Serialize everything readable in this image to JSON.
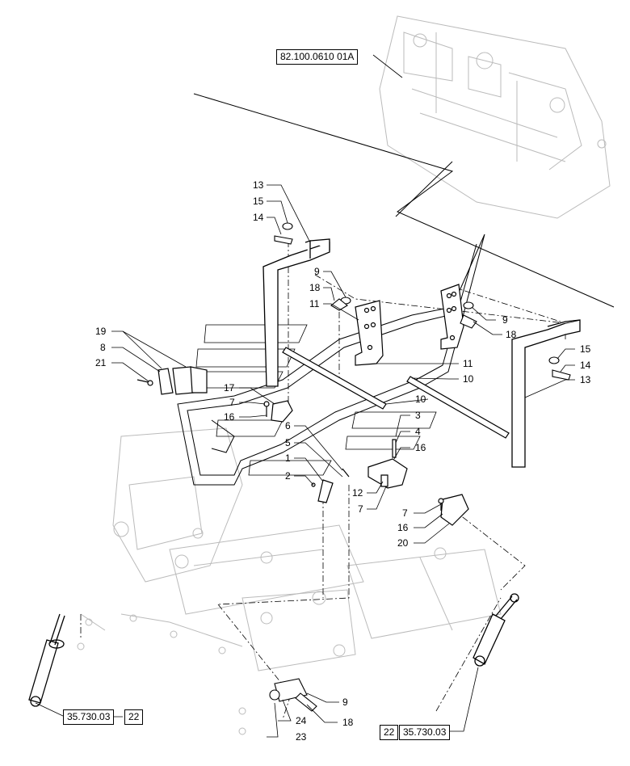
{
  "references": {
    "top_ref": "82.100.0610 01A",
    "bottom_left_ref": "35.730.03",
    "bottom_left_page": "22",
    "bottom_right_page": "22",
    "bottom_right_ref": "35.730.03"
  },
  "callouts": {
    "c13a": "13",
    "c15a": "15",
    "c14a": "14",
    "c9a": "9",
    "c18a": "18",
    "c11a": "11",
    "c9b": "9",
    "c18b": "18",
    "c15b": "15",
    "c14b": "14",
    "c13b": "13",
    "c19": "19",
    "c8": "8",
    "c21": "21",
    "c11b": "11",
    "c10a": "10",
    "c10b": "10",
    "c17": "17",
    "c7a": "7",
    "c16a": "16",
    "c3": "3",
    "c4": "4",
    "c16b": "16",
    "c6": "6",
    "c5": "5",
    "c1": "1",
    "c2": "2",
    "c12": "12",
    "c7b": "7",
    "c7c": "7",
    "c16c": "16",
    "c20": "20",
    "c9c": "9",
    "c24": "24",
    "c18c": "18",
    "c23": "23"
  }
}
